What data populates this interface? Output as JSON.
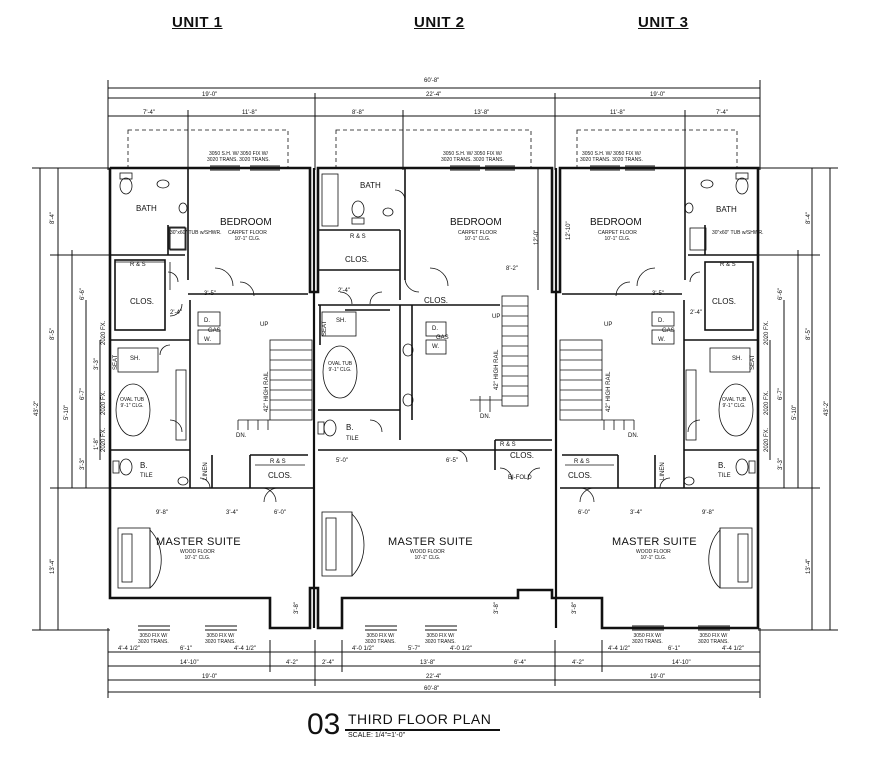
{
  "units": [
    "UNIT 1",
    "UNIT 2",
    "UNIT 3"
  ],
  "title": {
    "number": "03",
    "name": "THIRD  FLOOR PLAN",
    "scale": "SCALE: 1/4\"=1'-0\""
  },
  "rooms": {
    "bath": "BATH",
    "bedroom": "BEDROOM",
    "clos": "CLOS.",
    "master_suite": "MASTER SUITE",
    "b": "B.",
    "tile": "TILE",
    "oval_tub": "OVAL TUB",
    "clg_9": "9'-1\" CLG.",
    "d": "D.",
    "w": "W.",
    "gas": "GAS",
    "seat": "SEAT",
    "sh": "SH.",
    "linen": "LINEN",
    "up": "UP",
    "dn": "DN.",
    "bi_fold": "BI-FOLD"
  },
  "notes": {
    "carpet": "CARPET FLOOR",
    "wood": "WOOD FLOOR",
    "clg_10": "10'-1\" CLG.",
    "high_rail": "42\" HIGH RAIL",
    "tub": "30\"x60\" TUB w/SHWR.",
    "window_top_1": "3050 S.H. W/ 3050 FIX W/",
    "window_top_2": "3020 TRANS. 3020 TRANS.",
    "window_bot_1": "3050 FIX W/",
    "window_bot_2": "3020 TRANS.",
    "r_s": "R & S",
    "fx": "2020 FX."
  },
  "dims": {
    "overall": "60'-8\"",
    "d19": "19'-0\"",
    "d22_4": "22'-4\"",
    "d7_4": "7'-4\"",
    "d11_8": "11'-8\"",
    "d8_8": "8'-8\"",
    "d13_8": "13'-8\"",
    "d14_10": "14'-10\"",
    "d4_4": "4'-4 1/2\"",
    "d4_0": "4'-0 1/2\"",
    "d4_2": "4'-2\"",
    "d2_4": "2'-4\"",
    "d6_4": "6'-4\"",
    "d6_1": "6'-1\"",
    "d5_7": "5'-7\"",
    "d9_8": "9'-8\"",
    "d3_4": "3'-4\"",
    "d6_0": "6'-0\"",
    "d3_5": "3'-5\"",
    "d3_8": "3'-8\"",
    "d5_0": "5'-0\"",
    "d6_5": "6'-5\"",
    "d8_2": "8'-2\"",
    "d12_10": "12'-10\"",
    "d8_4": "8'-4\"",
    "d6_6": "6'-6\"",
    "d43_2": "43'-2\"",
    "d13_4": "13'-4\"",
    "d5_10": "5'-10\"",
    "d8_5": "8'-5\"",
    "d3_3": "3'-3\"",
    "d6_7": "6'-7\"",
    "d1_8": "1'-8\"",
    "d4_2b": "4'-2\"",
    "d12_0": "12'-0\""
  }
}
